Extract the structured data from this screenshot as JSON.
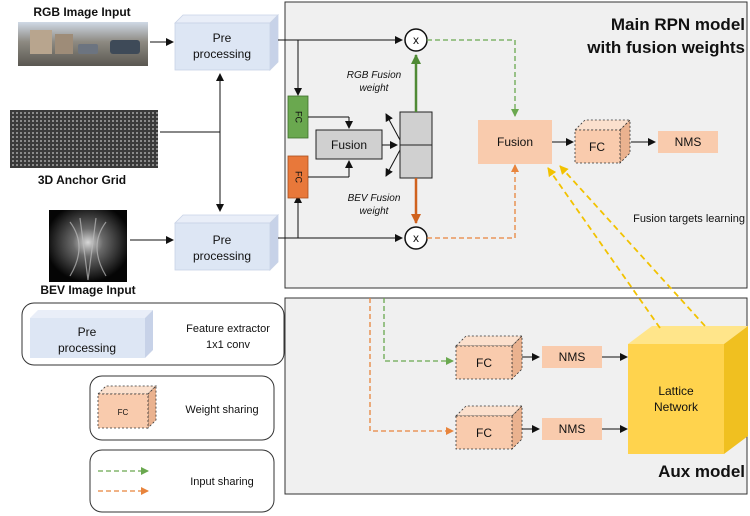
{
  "inputs": {
    "rgb_label": "RGB Image Input",
    "anchor_label": "3D Anchor Grid",
    "bev_label": "BEV Image Input"
  },
  "blocks": {
    "pre_line1": "Pre",
    "pre_line2": "processing",
    "fc": "FC",
    "fusion": "Fusion",
    "nms": "NMS",
    "multiply": "x",
    "lattice_line1": "Lattice",
    "lattice_line2": "Network"
  },
  "annotations": {
    "rgb_weight_line1": "RGB Fusion",
    "rgb_weight_line2": "weight",
    "bev_weight_line1": "BEV Fusion",
    "bev_weight_line2": "weight",
    "fusion_targets": "Fusion targets learning"
  },
  "panels": {
    "main_title_line1": "Main RPN model",
    "main_title_line2": "with fusion weights",
    "aux_title": "Aux model"
  },
  "legend": {
    "feature_extractor_line1": "Feature extractor",
    "feature_extractor_line2": "1x1 conv",
    "weight_sharing": "Weight sharing",
    "input_sharing": "Input sharing"
  },
  "colors": {
    "preprocess_fill": "#dde6f4",
    "fc_fill": "#f9cbad",
    "green_fc": "#6aa84f",
    "orange_fc": "#e8783a",
    "fusion_gray": "#d0d0d0",
    "lattice_fill": "#ffd34d",
    "green_arrow": "#6aa84f",
    "orange_arrow": "#e8843c",
    "yellow_arrow": "#f2c200"
  }
}
